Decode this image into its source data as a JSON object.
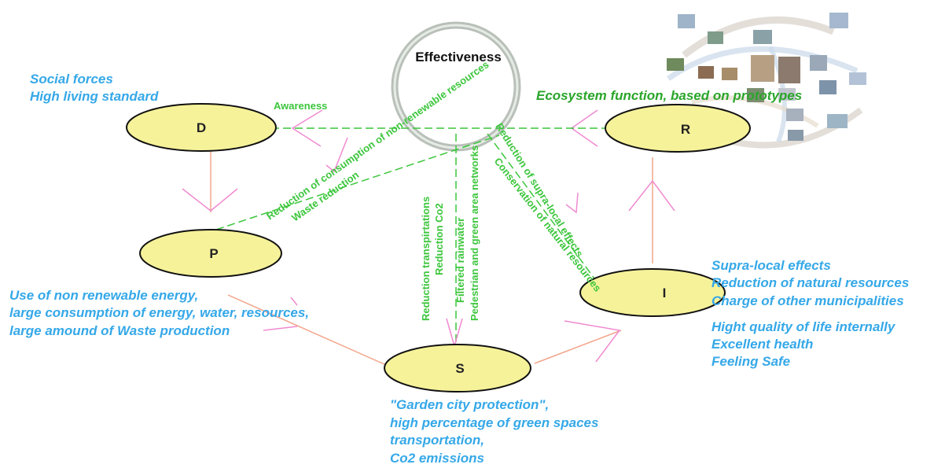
{
  "center": {
    "title": "Effectiveness"
  },
  "nodes": {
    "D": "D",
    "P": "P",
    "S": "S",
    "I": "I",
    "R": "R"
  },
  "annotations": {
    "d_lines": [
      "Social forces",
      "High living standard"
    ],
    "p_lines": [
      "Use of non renewable energy,",
      "large consumption of energy, water, resources,",
      "large amound of Waste production"
    ],
    "s_lines": [
      "\"Garden city protection\",",
      "high percentage of green spaces",
      "transportation,",
      "Co2 emissions"
    ],
    "i_lines_top": [
      "Supra-local effects",
      "Reduction of natural resources",
      "Charge of other municipalities"
    ],
    "i_lines_bottom": [
      "Hight quality of life internally",
      "Excellent health",
      "Feeling Safe"
    ],
    "r_line": "Ecosystem function, based on prototypes"
  },
  "responses": {
    "awareness": "Awareness",
    "reduction_nonrenewable": "Reduction of consumption of non-renewable  resources",
    "waste_reduction": "Waste reduction",
    "reduction_transport": "Reduction transpirtations",
    "reduction_co2": "Reduction Co2",
    "filtered_rainwater": "Filtered rainwater",
    "pedestrian": "Pedestrian and green area networks",
    "supra_local": "Reduction of supra-local effects",
    "conservation": "Conservation of natural resources"
  },
  "colors": {
    "node_fill": "#f6f29a",
    "annotation_blue": "#35a8e8",
    "response_green": "#3cc63c",
    "arrow_pink": "#f08ad0",
    "flow_orange": "#f2a58a"
  }
}
